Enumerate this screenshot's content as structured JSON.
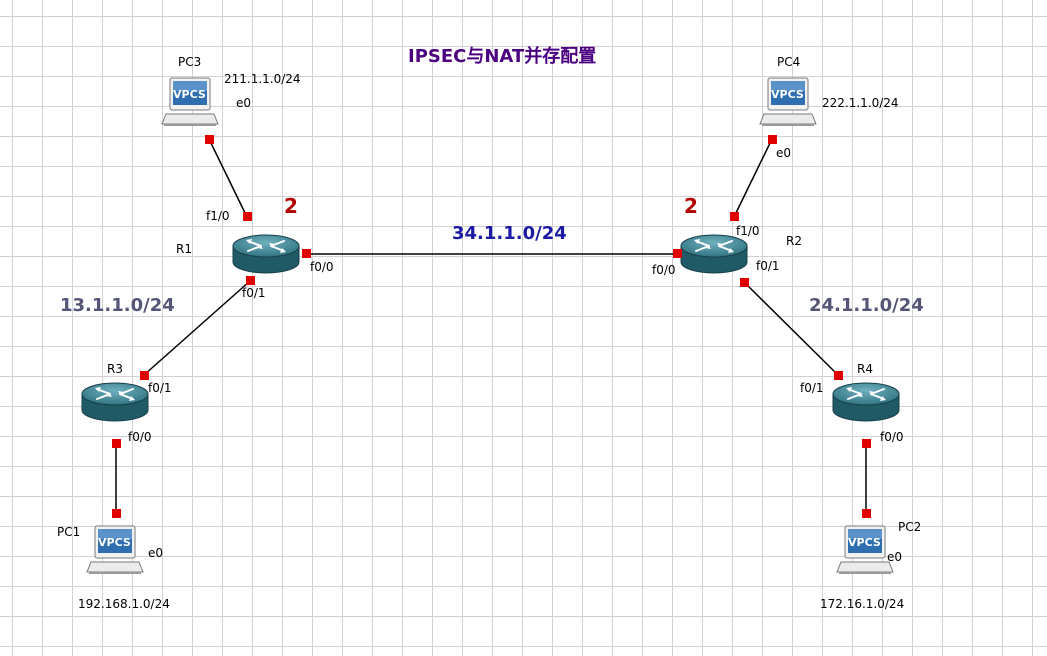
{
  "title": "IPSEC与NAT并存配置",
  "colors": {
    "title": "#4b0082",
    "marker": "#b30000",
    "core_subnet": "#1a1aa6",
    "side_subnet": "#555577",
    "port": "#e00000"
  },
  "devices": {
    "pc1": {
      "name": "PC1",
      "badge": "VPCS",
      "iface": "e0",
      "net": "192.168.1.0/24"
    },
    "pc2": {
      "name": "PC2",
      "badge": "VPCS",
      "iface": "e0",
      "net": "172.16.1.0/24"
    },
    "pc3": {
      "name": "PC3",
      "badge": "VPCS",
      "iface": "e0",
      "net": "211.1.1.0/24"
    },
    "pc4": {
      "name": "PC4",
      "badge": "VPCS",
      "iface": "e0",
      "net": "222.1.1.0/24"
    },
    "r1": {
      "name": "R1",
      "ports": {
        "f1_0": "f1/0",
        "f0_0": "f0/0",
        "f0_1": "f0/1"
      }
    },
    "r2": {
      "name": "R2",
      "ports": {
        "f1_0": "f1/0",
        "f0_0": "f0/0",
        "f0_1": "f0/1"
      }
    },
    "r3": {
      "name": "R3",
      "ports": {
        "f0_1": "f0/1",
        "f0_0": "f0/0"
      }
    },
    "r4": {
      "name": "R4",
      "ports": {
        "f0_1": "f0/1",
        "f0_0": "f0/0"
      }
    }
  },
  "subnets": {
    "r1_r2": "34.1.1.0/24",
    "r1_r3": "13.1.1.0/24",
    "r2_r4": "24.1.1.0/24"
  },
  "markers": {
    "r1": "2",
    "r2": "2"
  },
  "icons": [
    "router-icon",
    "vpcs-pc-icon"
  ]
}
